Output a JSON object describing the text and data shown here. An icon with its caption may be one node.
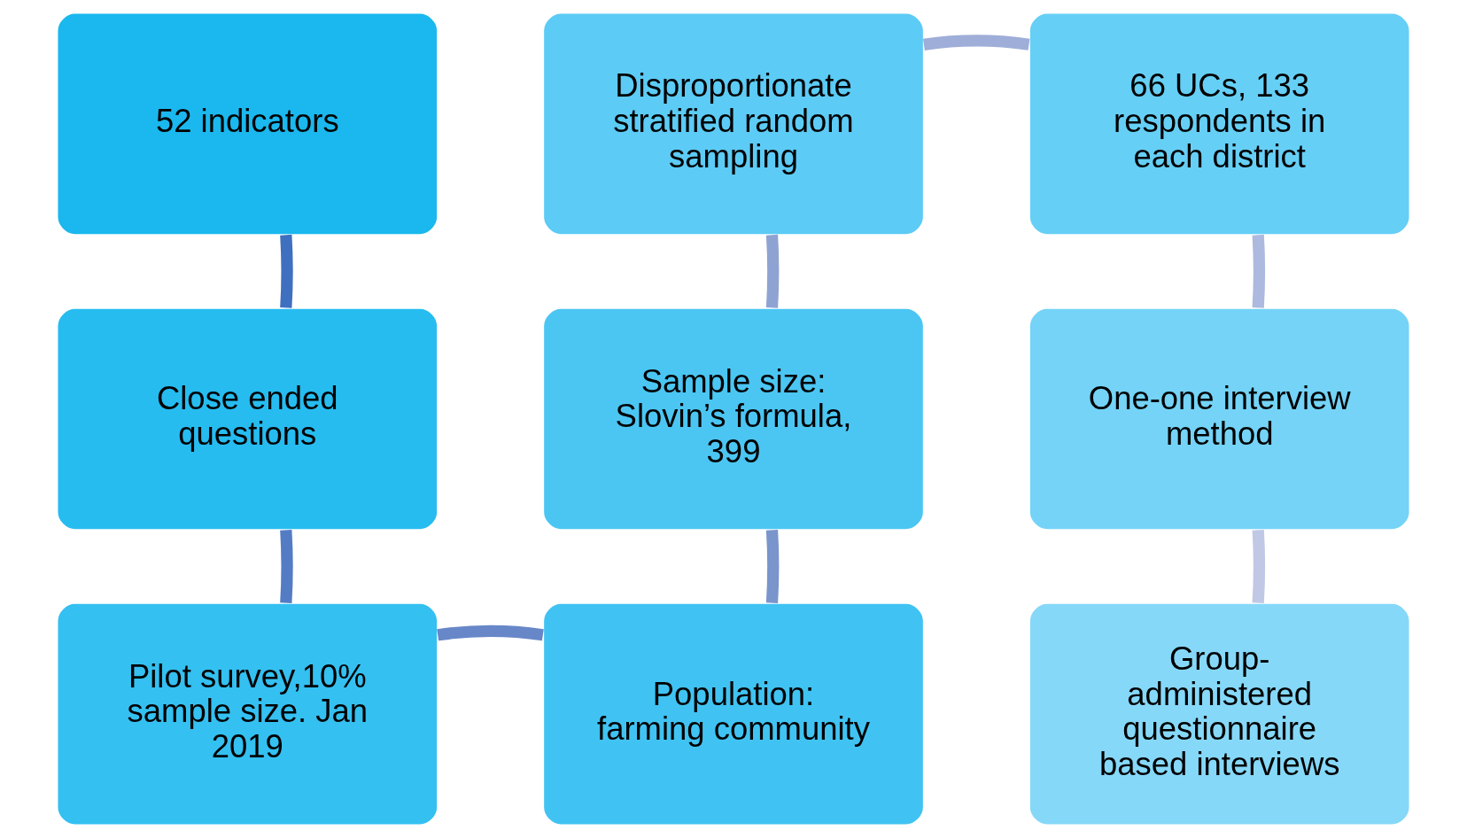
{
  "diagram": {
    "nodes": [
      {
        "text": [
          "52 indicators"
        ]
      },
      {
        "text": [
          "Disproportionate stratified random sampling"
        ]
      },
      {
        "text": [
          "66 UCs, 133 respondents in each district"
        ]
      },
      {
        "text": [
          "Close ended questions"
        ]
      },
      {
        "text": [
          "Sample size: Slovin’s formula, 399"
        ]
      },
      {
        "text": [
          "One-one interview method"
        ]
      },
      {
        "text": [
          "Pilot survey,10% sample size. Jan 2019"
        ]
      },
      {
        "text": [
          "Population: farming community"
        ]
      },
      {
        "text": [
          "Group-administered questionnaire based interviews"
        ]
      }
    ],
    "edges": [
      {
        "from": 0,
        "to": 3,
        "arrow": "none",
        "color": "#3f6fbf"
      },
      {
        "from": 3,
        "to": 6,
        "arrow": "none",
        "color": "#537cc4"
      },
      {
        "from": 6,
        "to": 7,
        "arrow": "none",
        "color": "#6787c8"
      },
      {
        "from": 7,
        "to": 4,
        "arrow": "none",
        "color": "#7a94cc"
      },
      {
        "from": 4,
        "to": 1,
        "arrow": "none",
        "color": "#8fa3d3"
      },
      {
        "from": 1,
        "to": 2,
        "arrow": "none",
        "color": "#9eaed8"
      },
      {
        "from": 2,
        "to": 5,
        "arrow": "none",
        "color": "#adb9de"
      },
      {
        "from": 5,
        "to": 8,
        "arrow": "none",
        "color": "#c0c8e6"
      }
    ]
  }
}
